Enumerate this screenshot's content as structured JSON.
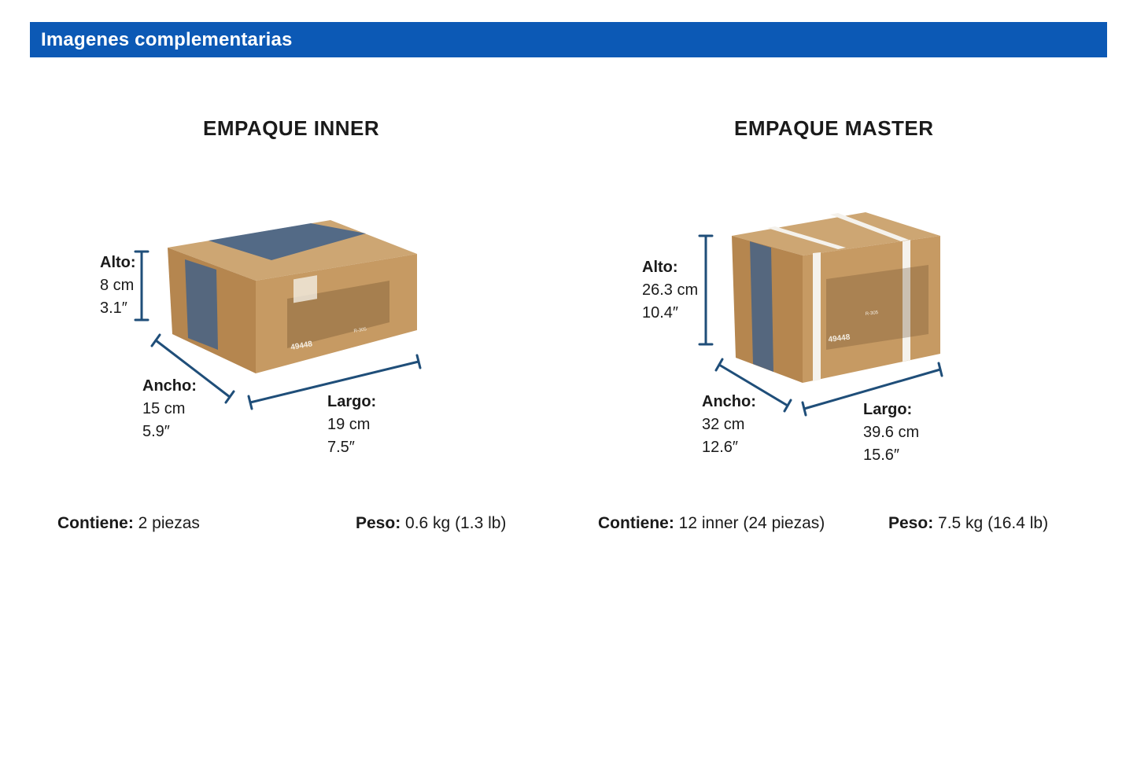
{
  "header": {
    "title": "Imagenes complementarias"
  },
  "inner": {
    "title": "EMPAQUE INNER",
    "alto": {
      "label": "Alto:",
      "cm": "8 cm",
      "in": "3.1″"
    },
    "ancho": {
      "label": "Ancho:",
      "cm": "15 cm",
      "in": "5.9″"
    },
    "largo": {
      "label": "Largo:",
      "cm": "19 cm",
      "in": "7.5″"
    },
    "box": {
      "product_code": "49448",
      "model": "R-305"
    },
    "contiene": {
      "label": "Contiene:",
      "value": " 2 piezas"
    },
    "peso": {
      "label": "Peso:",
      "value": " 0.6 kg (1.3 lb)"
    }
  },
  "master": {
    "title": "EMPAQUE MASTER",
    "alto": {
      "label": "Alto:",
      "cm": "26.3 cm",
      "in": "10.4″"
    },
    "ancho": {
      "label": "Ancho:",
      "cm": "32 cm",
      "in": "12.6″"
    },
    "largo": {
      "label": "Largo:",
      "cm": "39.6 cm",
      "in": "15.6″"
    },
    "box": {
      "product_code": "49448",
      "model": "R-305"
    },
    "contiene": {
      "label": "Contiene:",
      "value": " 12 inner (24 piezas)"
    },
    "peso": {
      "label": "Peso:",
      "value": " 7.5 kg (16.4 lb)"
    }
  },
  "colors": {
    "header_bg": "#0c59b5",
    "dimension_line": "#1f4e79",
    "cardboard_top": "#c9a06b",
    "cardboard_front": "#c69a63",
    "cardboard_side": "#b5864f",
    "tape": "#3d5f8a"
  }
}
